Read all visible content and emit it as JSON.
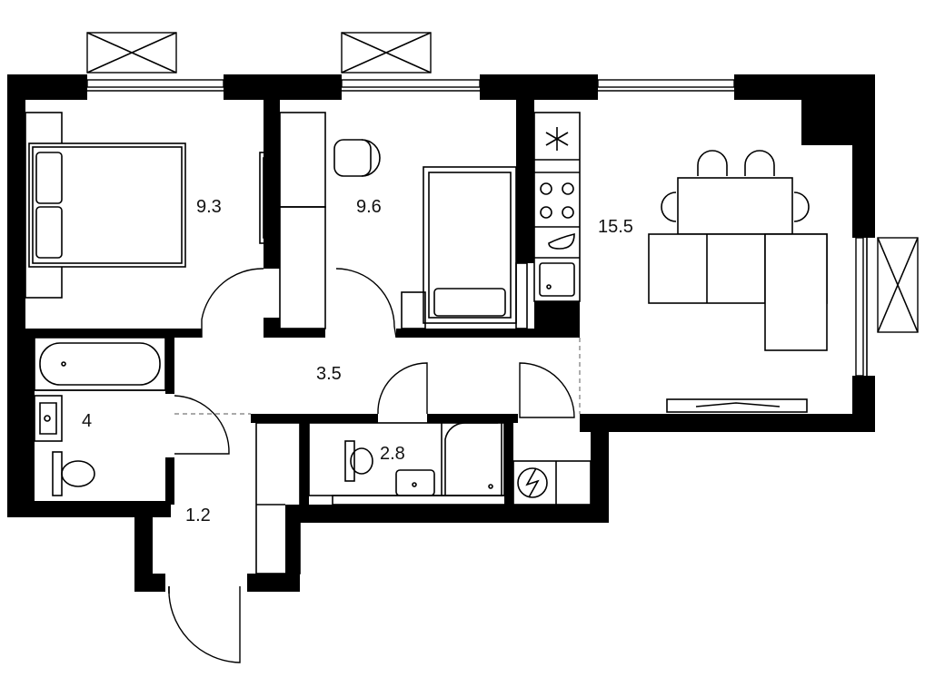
{
  "plan": {
    "rooms": [
      {
        "id": "bedroom-1",
        "area": "9.3"
      },
      {
        "id": "bedroom-2",
        "area": "9.6"
      },
      {
        "id": "kitchen-living",
        "area": "15.5"
      },
      {
        "id": "hallway",
        "area": "3.5"
      },
      {
        "id": "bathroom",
        "area": "4"
      },
      {
        "id": "toilet",
        "area": "2.8"
      },
      {
        "id": "entrance",
        "area": "1.2"
      }
    ],
    "colors": {
      "wall": "#000000",
      "fixture_line": "#000000",
      "background": "#ffffff",
      "divider": "#777777"
    },
    "icons": [
      "bed-icon",
      "chair-icon",
      "desk-icon",
      "single-bed-icon",
      "snowflake-icon",
      "stove-icon",
      "sink-icon",
      "dining-table-icon",
      "sofa-icon",
      "tv-stand-icon",
      "bathtub-icon",
      "toilet-icon",
      "shower-tray-icon",
      "electric-panel-icon",
      "door-icon",
      "window-icon"
    ]
  }
}
